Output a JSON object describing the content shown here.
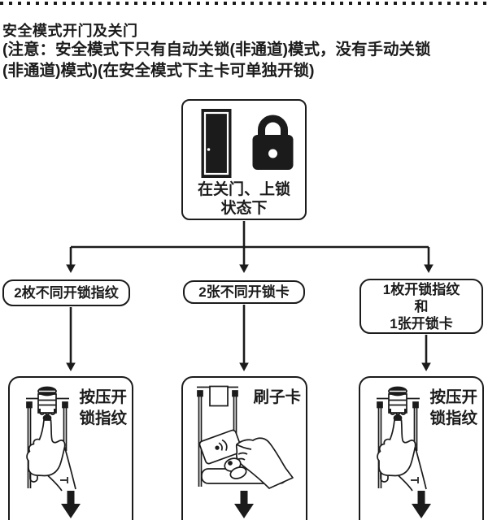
{
  "colors": {
    "ink": "#1b1b1b",
    "background": "#ffffff"
  },
  "header": {
    "title": "安全模式开门及关门",
    "note": {
      "line1": "(注意：安全模式下只有自动关锁(非通道)模式，没有手动关锁",
      "line2": "(非通道)模式)(在安全模式下主卡可单独开锁)"
    }
  },
  "flow": {
    "start": {
      "line1": "在关门、上锁",
      "line2": "状态下"
    },
    "branches": [
      {
        "label": "2枚不同开锁指纹"
      },
      {
        "label": "2张不同开锁卡"
      },
      {
        "line1": "1枚开锁指纹",
        "line2": "和",
        "line3": "1张开锁卡"
      }
    ],
    "actions": [
      {
        "line1": "按压开",
        "line2": "锁指纹"
      },
      {
        "line1": "刷子卡"
      },
      {
        "line1": "按压开",
        "line2": "锁指纹"
      }
    ]
  },
  "icons": {
    "start_box": [
      "door-icon",
      "padlock-icon"
    ],
    "action_illustrations": [
      "press-fingerprint",
      "swipe-card",
      "press-fingerprint"
    ],
    "connector_arrow": "down-arrow-icon"
  }
}
